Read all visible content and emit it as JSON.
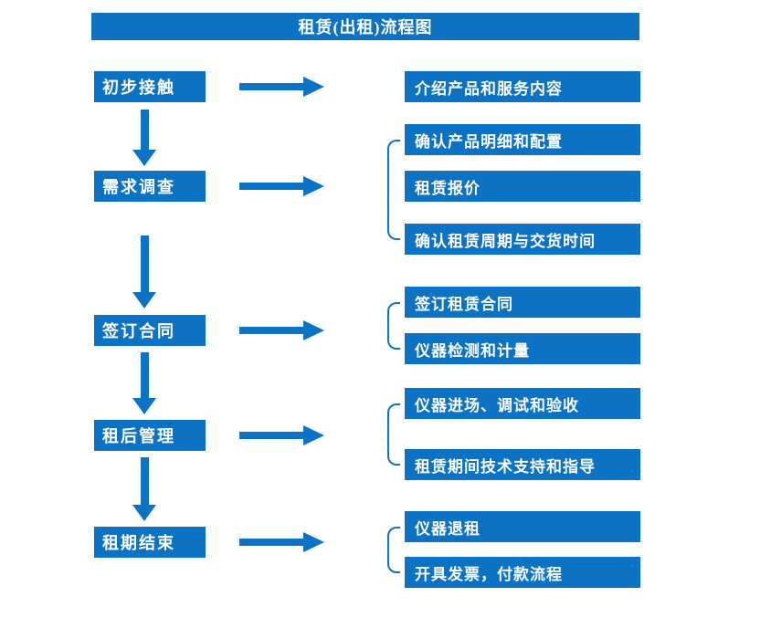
{
  "title": "租赁(出租)流程图",
  "colors": {
    "primary": "#0b72c4",
    "text_on_primary": "#ffffff",
    "background": "#ffffff"
  },
  "stages": [
    {
      "label": "初步接触",
      "details": [
        "介绍产品和服务内容"
      ]
    },
    {
      "label": "需求调查",
      "details": [
        "确认产品明细和配置",
        "租赁报价",
        "确认租赁周期与交货时间"
      ]
    },
    {
      "label": "签订合同",
      "details": [
        "签订租赁合同",
        "仪器检测和计量"
      ]
    },
    {
      "label": "租后管理",
      "details": [
        "仪器进场、调试和验收",
        "租赁期间技术支持和指导"
      ]
    },
    {
      "label": "租期结束",
      "details": [
        "仪器退租",
        "开具发票，付款流程"
      ]
    }
  ]
}
